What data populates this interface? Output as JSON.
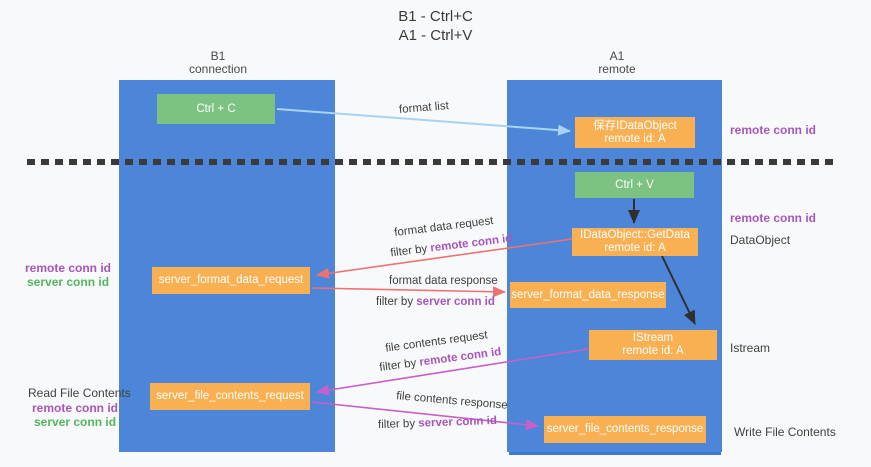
{
  "title": {
    "line1": "B1 - Ctrl+C",
    "line2": "A1 - Ctrl+V"
  },
  "lifelines": {
    "b1": {
      "name": "B1",
      "role": "connection"
    },
    "a1": {
      "name": "A1",
      "role": "remote"
    }
  },
  "nodes": {
    "ctrl_c": {
      "label": "Ctrl + C"
    },
    "save_idataobject": {
      "line1": "保存IDataObject",
      "line2": "remote id: A"
    },
    "ctrl_v": {
      "label": "Ctrl + V"
    },
    "getdata": {
      "line1": "IDataObject::GetData",
      "line2": "remote id: A"
    },
    "format_request": {
      "label": "server_format_data_request"
    },
    "format_response": {
      "label": "server_format_data_response"
    },
    "istream": {
      "line1": "IStream",
      "line2": "remote id: A"
    },
    "file_request": {
      "label": "server_file_contents_request"
    },
    "file_response": {
      "label": "server_file_contents_response"
    }
  },
  "edge_labels": {
    "format_list": "format list",
    "format_data_request": "format data request",
    "format_data_response": "format data response",
    "file_contents_request": "file contents request",
    "file_contents_response": "file contents response",
    "filter_by": "filter by",
    "remote_conn_id": "remote conn id",
    "server_conn_id": "server conn id"
  },
  "annotations": {
    "remote_conn_id": "remote conn id",
    "server_conn_id": "server conn id",
    "data_object": "DataObject",
    "istream": "Istream",
    "read_file_contents": "Read File Contents",
    "write_file_contents": "Write File Contents"
  },
  "colors": {
    "background": "#f8f9fa",
    "lifeline_blue": "#4d86d9",
    "node_green": "#7cc282",
    "node_orange": "#f9b052",
    "accent_purple": "#a855bd",
    "accent_green": "#53b65e",
    "arrow_red": "#ee7272",
    "arrow_magenta": "#c95fc9",
    "arrow_lightblue": "#a9d3f2",
    "arrow_black": "#2f2f2f",
    "dash_line": "#3a3a3a"
  }
}
